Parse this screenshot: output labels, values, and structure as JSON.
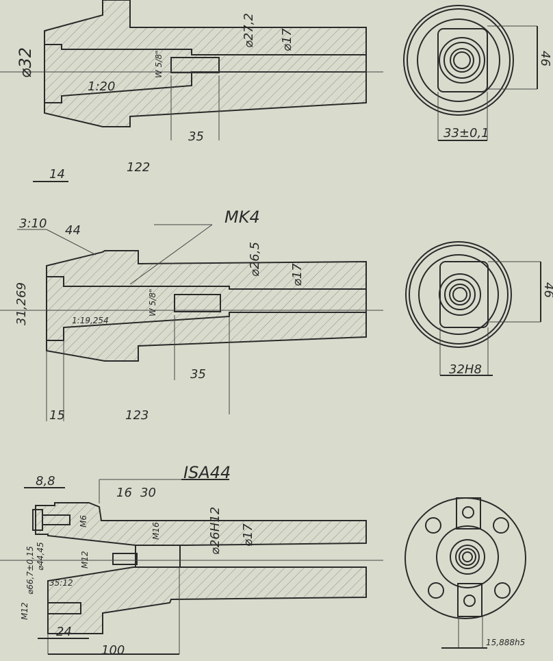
{
  "sections": [
    {
      "title": "",
      "labels": {
        "bore_dia": "⌀32",
        "taper": "1:20",
        "thread": "W 5/8\"",
        "dia_outer": "⌀27,2",
        "dia_inner": "⌀17",
        "len_35": "35",
        "len_14": "14",
        "len_total": "122",
        "side_46": "46",
        "width": "33±0,1"
      }
    },
    {
      "title": "MK4",
      "labels": {
        "taper_outer": "3:10",
        "len_44": "44",
        "bore_dia": "31,269",
        "taper": "1:19,254",
        "thread": "W 5/8\"",
        "dia_outer": "⌀26,5",
        "dia_inner": "⌀17",
        "len_35": "35",
        "len_15": "15",
        "len_total": "123",
        "side_46": "46",
        "width": "32H8"
      }
    },
    {
      "title": "ISA44",
      "labels": {
        "len_8_8": "8,8",
        "len_16": "16",
        "len_30": "30",
        "m6": "M6",
        "m16": "M16",
        "m12_inner": "M12",
        "dia_26": "⌀26H12",
        "dia_17": "⌀17",
        "dia_66": "⌀66,7±0,15",
        "dia_44": "⌀44,45",
        "m12_outer": "M12",
        "taper": "35:12",
        "len_24": "24",
        "len_100": "100",
        "width": "15,888h5"
      }
    }
  ]
}
